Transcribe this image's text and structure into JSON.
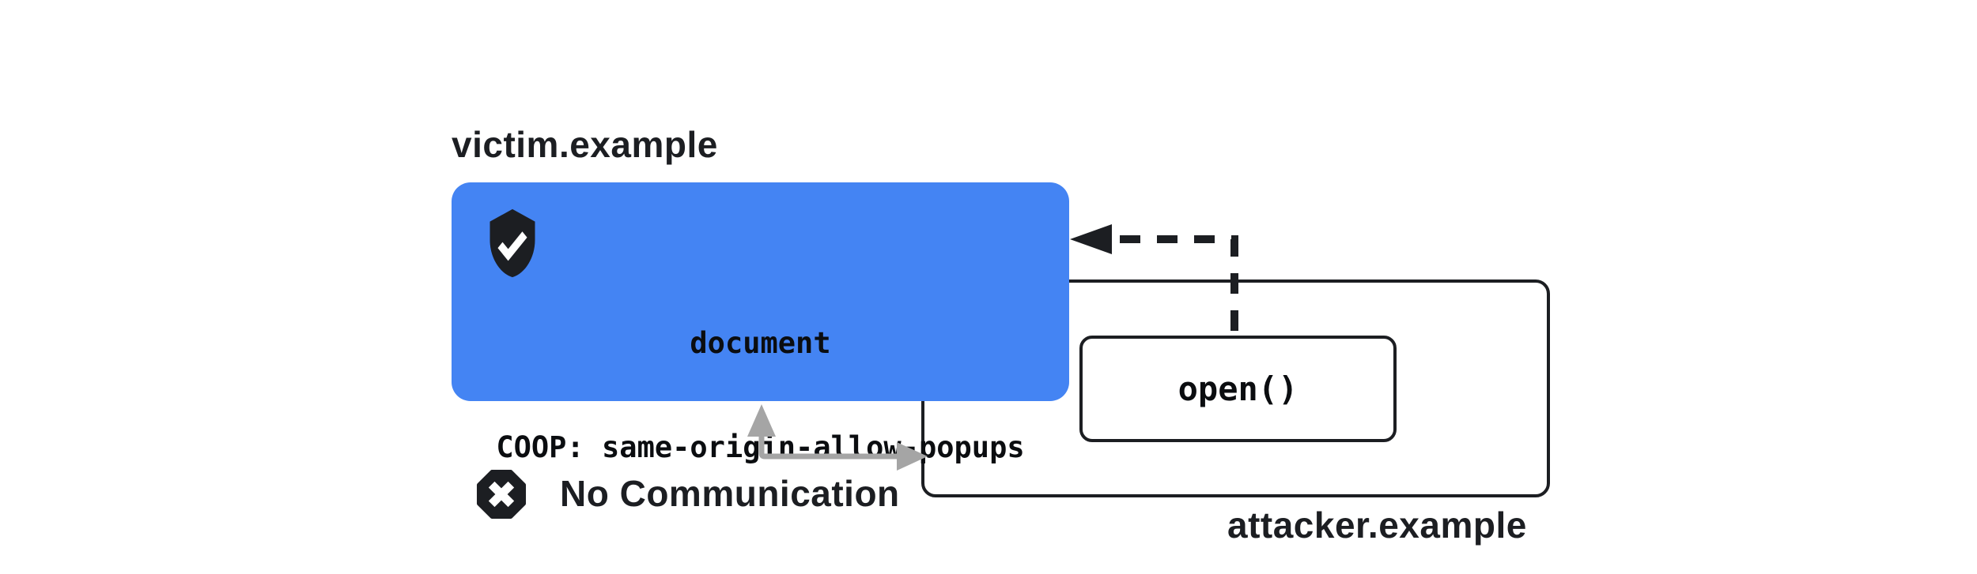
{
  "victim": {
    "domain_label": "victim.example",
    "document_box": {
      "line1": "document",
      "line2": "COOP: same-origin-allow-popups",
      "icon": "shield-check-icon"
    }
  },
  "attacker": {
    "domain_label": "attacker.example",
    "open_box": {
      "label": "open()"
    }
  },
  "no_communication": {
    "label": "No Communication",
    "icon": "blocked-x-icon"
  },
  "arrows": {
    "popup_reference": "dashed-arrow-from-open-into-victim",
    "blocked_communication": "gray-elbow-arrow-between-victim-and-attacker"
  },
  "colors": {
    "victim_box_fill": "#4484F3",
    "ink": "#1C1E22",
    "arrow_gray": "#A5A5A5",
    "background": "#FFFFFF"
  }
}
